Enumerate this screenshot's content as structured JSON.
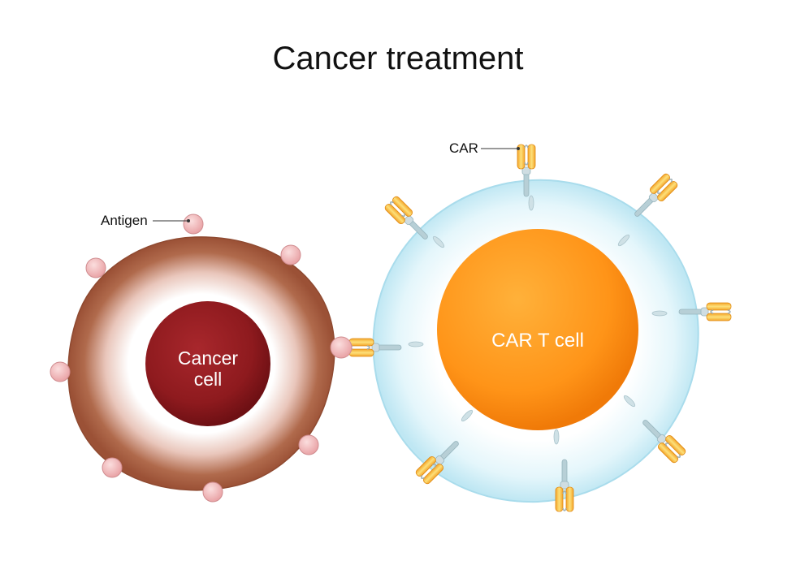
{
  "title": "Cancer treatment",
  "labels": {
    "antigen": "Antigen",
    "car": "CAR",
    "cancer_cell_line1": "Cancer",
    "cancer_cell_line2": "cell",
    "car_t_cell": "CAR T cell"
  },
  "colors": {
    "cancer_membrane": "#a65a3e",
    "cancer_nucleus": "#8e1a1e",
    "antigen": "#f2b8b8",
    "t_cell_membrane": "#cfeef7",
    "t_cell_nucleus": "#ff9a1f",
    "car_receptor": "#f6c23e",
    "stalk": "#b7cfd6"
  }
}
